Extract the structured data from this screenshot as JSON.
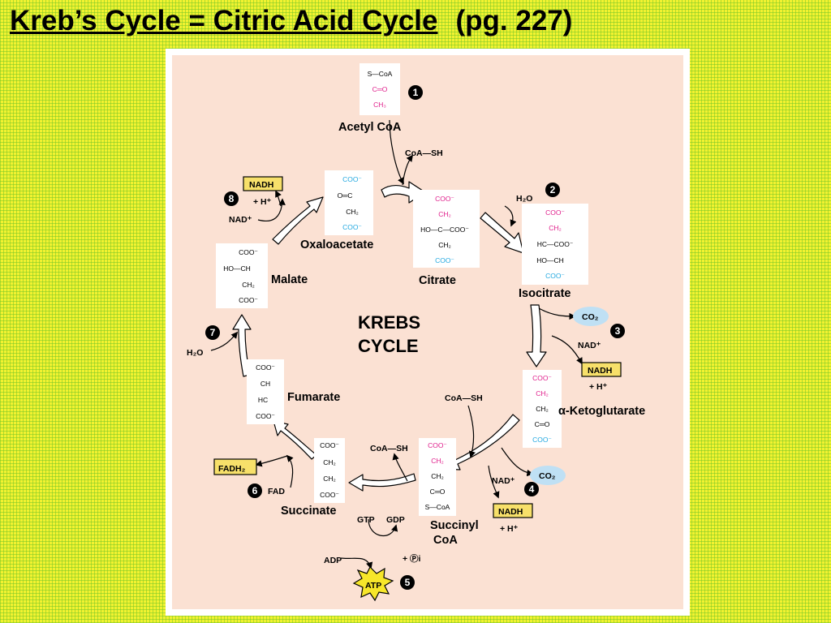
{
  "slide": {
    "title": "Kreb’s Cycle = Citric Acid Cycle",
    "page_ref": "(pg. 227)"
  },
  "diagram": {
    "center_label": [
      "KREBS",
      "CYCLE"
    ],
    "colors": {
      "carbon_magenta": "#e0208c",
      "carbon_cyan": "#22a8e0",
      "nadh_box": "#f7e06a",
      "co2_bubble": "#bfe0f4",
      "atp_star": "#f7e62a",
      "panel_bg": "#fbe1d3"
    },
    "molecules": {
      "acetyl_coa": {
        "name": "Acetyl CoA",
        "lines": [
          "S—CoA",
          "C═O",
          "CH₃"
        ]
      },
      "oxaloacetate": {
        "name": "Oxaloacetate",
        "lines": [
          "COO⁻",
          "O═C",
          "CH₂",
          "COO⁻"
        ]
      },
      "citrate": {
        "name": "Citrate",
        "lines": [
          "COO⁻",
          "CH₂",
          "HO—C—COO⁻",
          "CH₂",
          "COO⁻"
        ]
      },
      "isocitrate": {
        "name": "Isocitrate",
        "lines": [
          "COO⁻",
          "CH₂",
          "HC—COO⁻",
          "HO—CH",
          "COO⁻"
        ]
      },
      "ketoglutarate": {
        "name": "α-Ketoglutarate",
        "lines": [
          "COO⁻",
          "CH₂",
          "CH₂",
          "C═O",
          "COO⁻"
        ]
      },
      "succinyl_coa": {
        "name": [
          "Succinyl",
          "CoA"
        ],
        "lines": [
          "COO⁻",
          "CH₂",
          "CH₂",
          "C═O",
          "S—CoA"
        ]
      },
      "succinate": {
        "name": "Succinate",
        "lines": [
          "COO⁻",
          "CH₂",
          "CH₂",
          "COO⁻"
        ]
      },
      "fumarate": {
        "name": "Fumarate",
        "lines": [
          "COO⁻",
          "CH",
          "HC",
          "COO⁻"
        ]
      },
      "malate": {
        "name": "Malate",
        "lines": [
          "COO⁻",
          "HO—CH",
          "CH₂",
          "COO⁻"
        ]
      }
    },
    "steps": [
      "1",
      "2",
      "3",
      "4",
      "5",
      "6",
      "7",
      "8"
    ],
    "cofactors": {
      "coash_1": "CoA—SH",
      "coash_2": "CoA—SH",
      "coash_3": "CoA—SH",
      "h2o_2": "H₂O",
      "h2o_7": "H₂O",
      "co2": "CO₂",
      "nad_plus": "NAD⁺",
      "nadh": "NADH",
      "h_plus": "+ H⁺",
      "fad": "FAD",
      "fadh2": "FADH₂",
      "gtp": "GTP",
      "gdp": "GDP",
      "pi": "+ Ⓟi",
      "adp": "ADP",
      "atp": "ATP"
    }
  }
}
